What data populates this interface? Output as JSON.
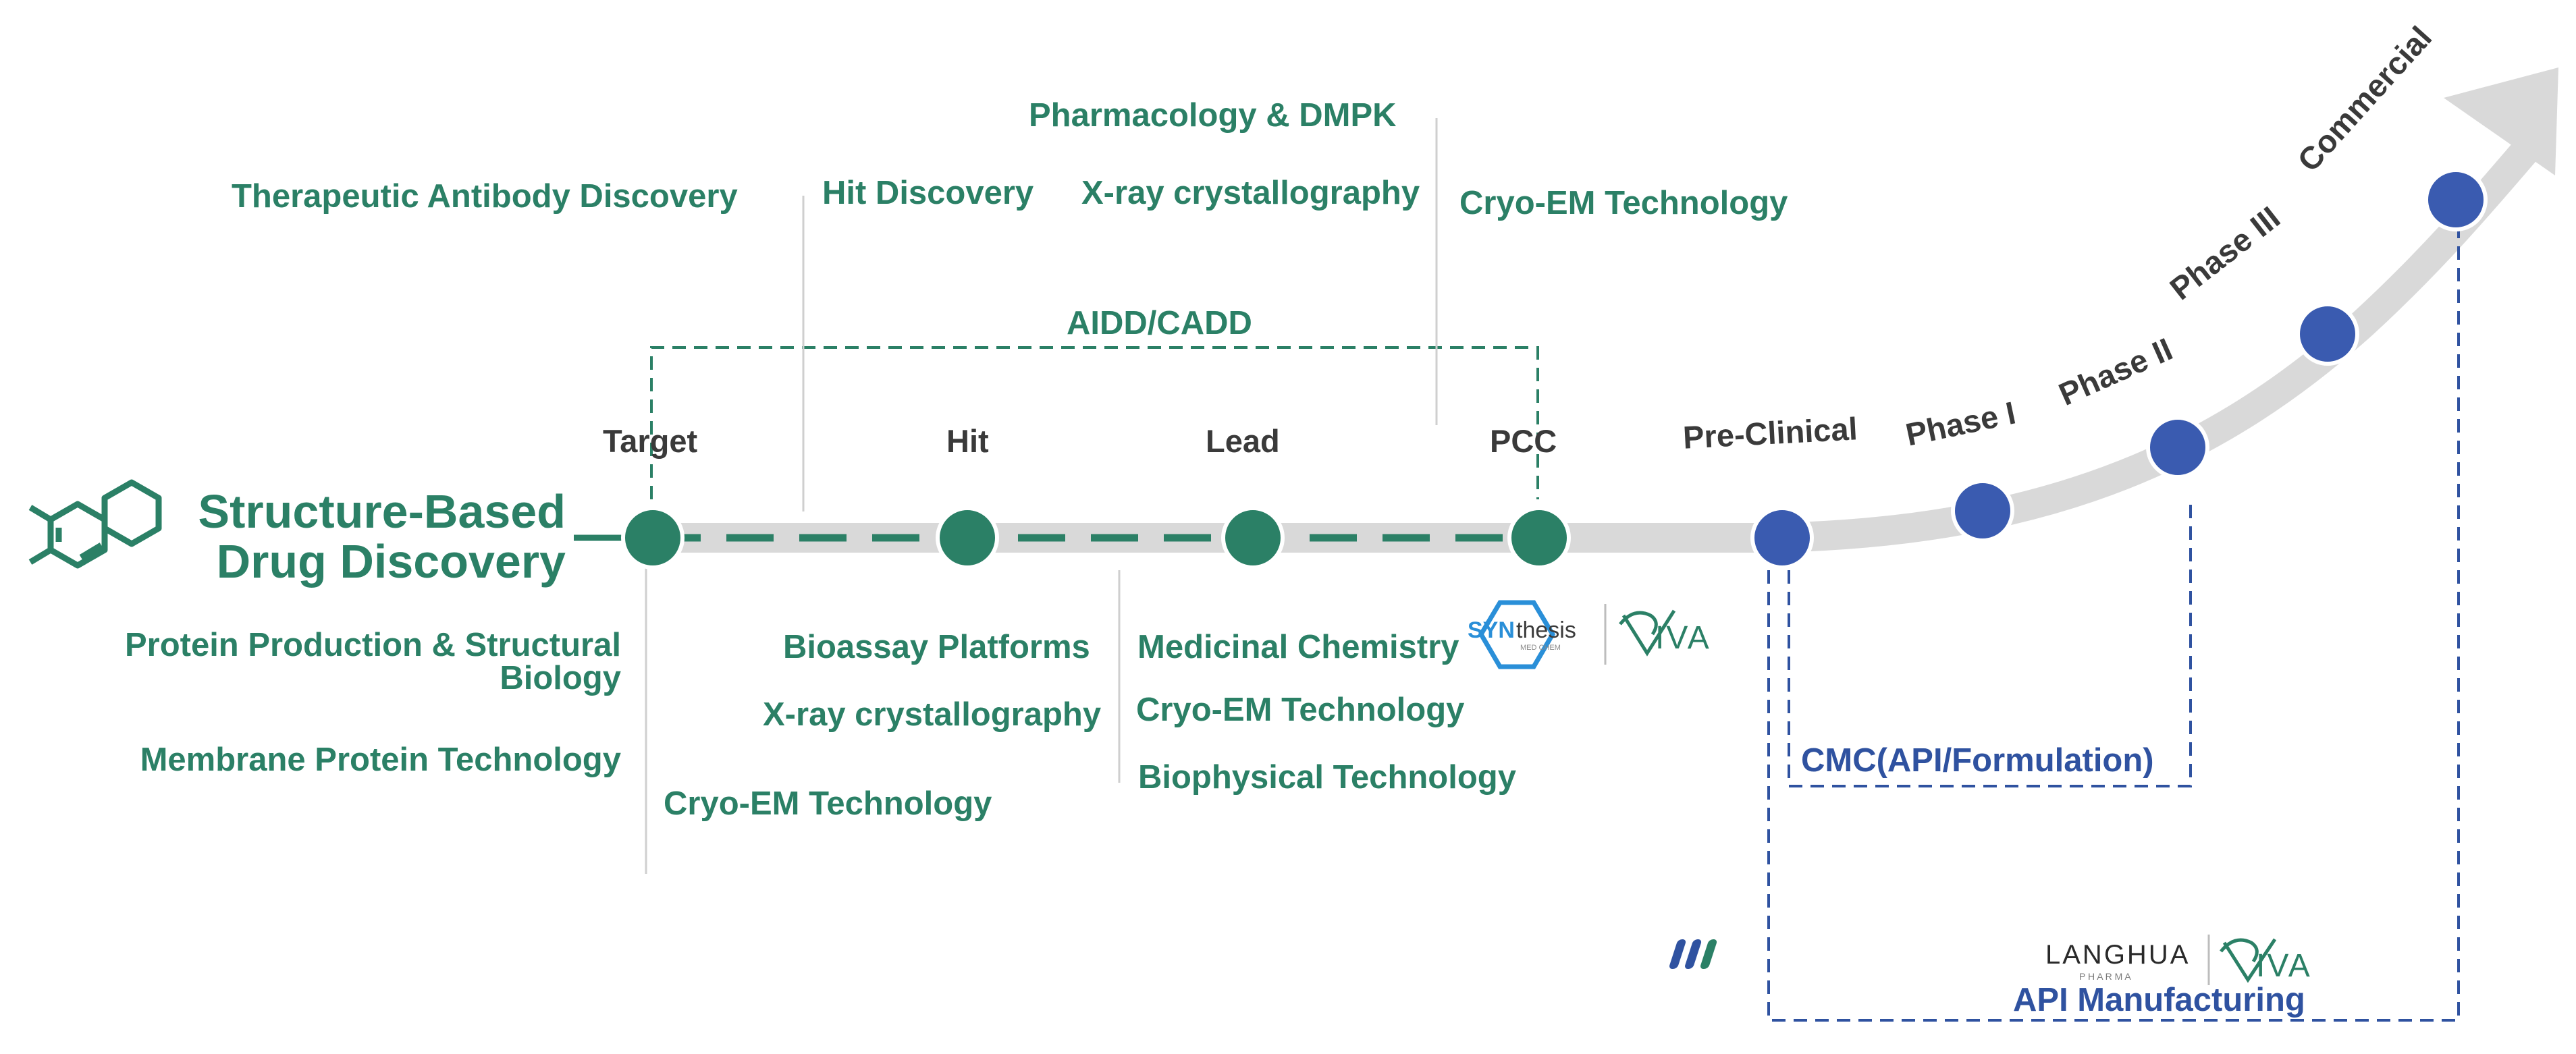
{
  "title": {
    "line1": "Structure-Based",
    "line2": "Drug Discovery"
  },
  "stages": [
    "Target",
    "Hit",
    "Lead",
    "PCC",
    "Pre-Clinical",
    "Phase I",
    "Phase II",
    "Phase III",
    "Commercial"
  ],
  "top_group": {
    "label": "AIDD/CADD"
  },
  "top_labels": {
    "antibody": "Therapeutic  Antibody Discovery",
    "hit_discovery": "Hit Discovery",
    "pharmacology": "Pharmacology  & DMPK",
    "xray": "X-ray crystallography",
    "cryoem": "Cryo-EM Technology"
  },
  "bottom_labels": {
    "protein_prod_1": "Protein Production & Structural",
    "protein_prod_2": "Biology",
    "membrane": "Membrane Protein Technology",
    "bioassay": "Bioassay Platforms",
    "xray": "X-ray crystallography",
    "cryoem_left": "Cryo-EM Technology",
    "medchem": "Medicinal Chemistry",
    "cryoem_mid": "Cryo-EM Technology",
    "biophysical": "Biophysical Technology"
  },
  "cmc": {
    "label": "CMC(API/Formulation)"
  },
  "api": {
    "label": "API Manufacturing"
  },
  "logos": {
    "synthesis_syn": "SYN",
    "synthesis_rest": "thesis",
    "synthesis_sub": "MED CHEM",
    "viva": "IVA",
    "langhua": "LANGHUA",
    "langhua_sub": "P H A R M A"
  },
  "colors": {
    "green": "#2b8066",
    "blue": "#2f52a0",
    "track": "#d9d9d9",
    "label_dark": "#3a3a3a"
  }
}
